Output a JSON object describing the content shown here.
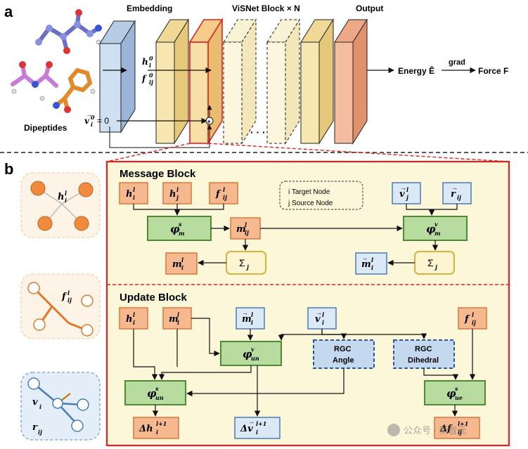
{
  "panel_a": {
    "letter": "a",
    "embedding": "Embedding",
    "visnet": "ViSNet Block × N",
    "output": "Output",
    "dipeptides": "Dipeptides",
    "h_i0": "h",
    "f_ij0": "f",
    "v_init": "v",
    "v_init_rhs": "= 0",
    "energy": "Energy Ê",
    "grad": "grad",
    "force": "Force F",
    "dots": "· · ·"
  },
  "panel_b": {
    "letter": "b",
    "message_title": "Message Block",
    "update_title": "Update Block",
    "legend_i": "i  Target Node",
    "legend_j": "j  Source Node",
    "side_h": "h",
    "side_f": "f",
    "side_v": "v",
    "side_r": "r"
  },
  "message": {
    "h_i": "h",
    "h_j": "h",
    "f_ij": "f",
    "phi_m_s": "φ",
    "m_ij": "m",
    "phi_m_v": "φ",
    "v_j": "v",
    "r_ij": "r",
    "m_i": "m",
    "sum_left": "Σ",
    "sum_right": "Σ",
    "vec_m_i": "m"
  },
  "update": {
    "h_i": "h",
    "m_i": "m",
    "vec_m_i": "m",
    "v_i": "v",
    "f_ij": "f",
    "phi_un_v": "φ",
    "rgc_angle_1": "RGC",
    "rgc_angle_2": "Angle",
    "rgc_dihedral_1": "RGC",
    "rgc_dihedral_2": "Dihedral",
    "phi_un_s": "φ",
    "phi_ue_s": "φ",
    "delta_h": "Δh",
    "delta_v": "Δv",
    "delta_f": "Δf"
  },
  "watermark": "公众号 · 新智元",
  "colors": {
    "orange_fill": "#f6b98f",
    "orange_stroke": "#d9783a",
    "blue_fill": "#dbe8f6",
    "blue_stroke": "#4a7cb8",
    "green_fill": "#b8dba0",
    "green_stroke": "#4e8a35",
    "yellow_fill": "#fdf5d2",
    "yellow_stroke": "#d8b23a",
    "panel_fill": "#fdf7da",
    "red": "#e02222"
  }
}
